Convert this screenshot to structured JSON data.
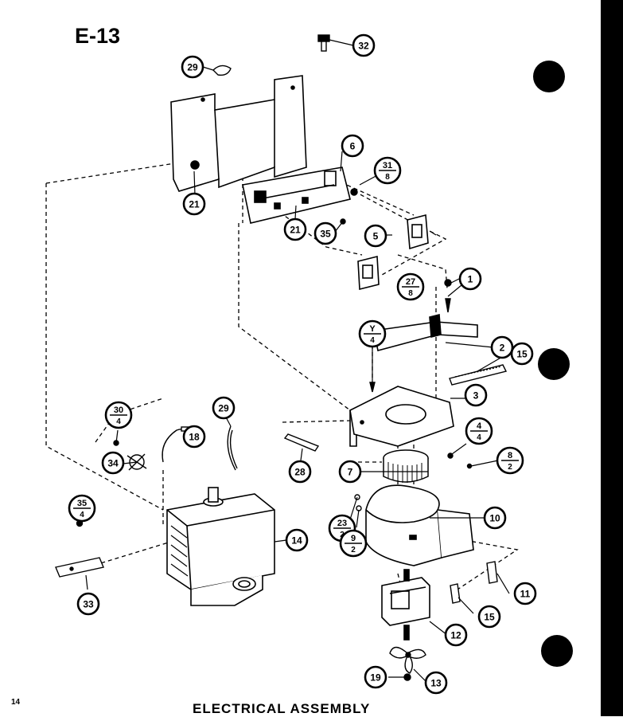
{
  "page": {
    "sheet_code": "E-13",
    "page_number": "14",
    "caption": "ELECTRICAL ASSEMBLY"
  },
  "colors": {
    "ink": "#000000",
    "paper": "#ffffff"
  },
  "callouts": [
    {
      "id": "c32",
      "num": "32"
    },
    {
      "id": "c29a",
      "num": "29"
    },
    {
      "id": "c6",
      "num": "6"
    },
    {
      "id": "c31",
      "num": "31",
      "den": "8"
    },
    {
      "id": "c21a",
      "num": "21"
    },
    {
      "id": "c21b",
      "num": "21"
    },
    {
      "id": "c35a",
      "num": "35"
    },
    {
      "id": "c5",
      "num": "5"
    },
    {
      "id": "c1",
      "num": "1"
    },
    {
      "id": "c27",
      "num": "27",
      "den": "8"
    },
    {
      "id": "cY4",
      "num": "Y",
      "den": "4"
    },
    {
      "id": "c2",
      "num": "2"
    },
    {
      "id": "c15a",
      "num": "15"
    },
    {
      "id": "c3",
      "num": "3"
    },
    {
      "id": "c30",
      "num": "30",
      "den": "4"
    },
    {
      "id": "c18",
      "num": "18"
    },
    {
      "id": "c29b",
      "num": "29"
    },
    {
      "id": "c34",
      "num": "34"
    },
    {
      "id": "c28",
      "num": "28"
    },
    {
      "id": "c4",
      "num": "4",
      "den": "4"
    },
    {
      "id": "c7",
      "num": "7"
    },
    {
      "id": "c8",
      "num": "8",
      "den": "2"
    },
    {
      "id": "c35b",
      "num": "35",
      "den": "4"
    },
    {
      "id": "c23",
      "num": "23",
      "den": "2"
    },
    {
      "id": "c9",
      "num": "9",
      "den": "2"
    },
    {
      "id": "c10",
      "num": "10"
    },
    {
      "id": "c14",
      "num": "14"
    },
    {
      "id": "c33",
      "num": "33"
    },
    {
      "id": "c11",
      "num": "11"
    },
    {
      "id": "c15b",
      "num": "15"
    },
    {
      "id": "c12",
      "num": "12"
    },
    {
      "id": "c19",
      "num": "19"
    },
    {
      "id": "c13",
      "num": "13"
    }
  ]
}
